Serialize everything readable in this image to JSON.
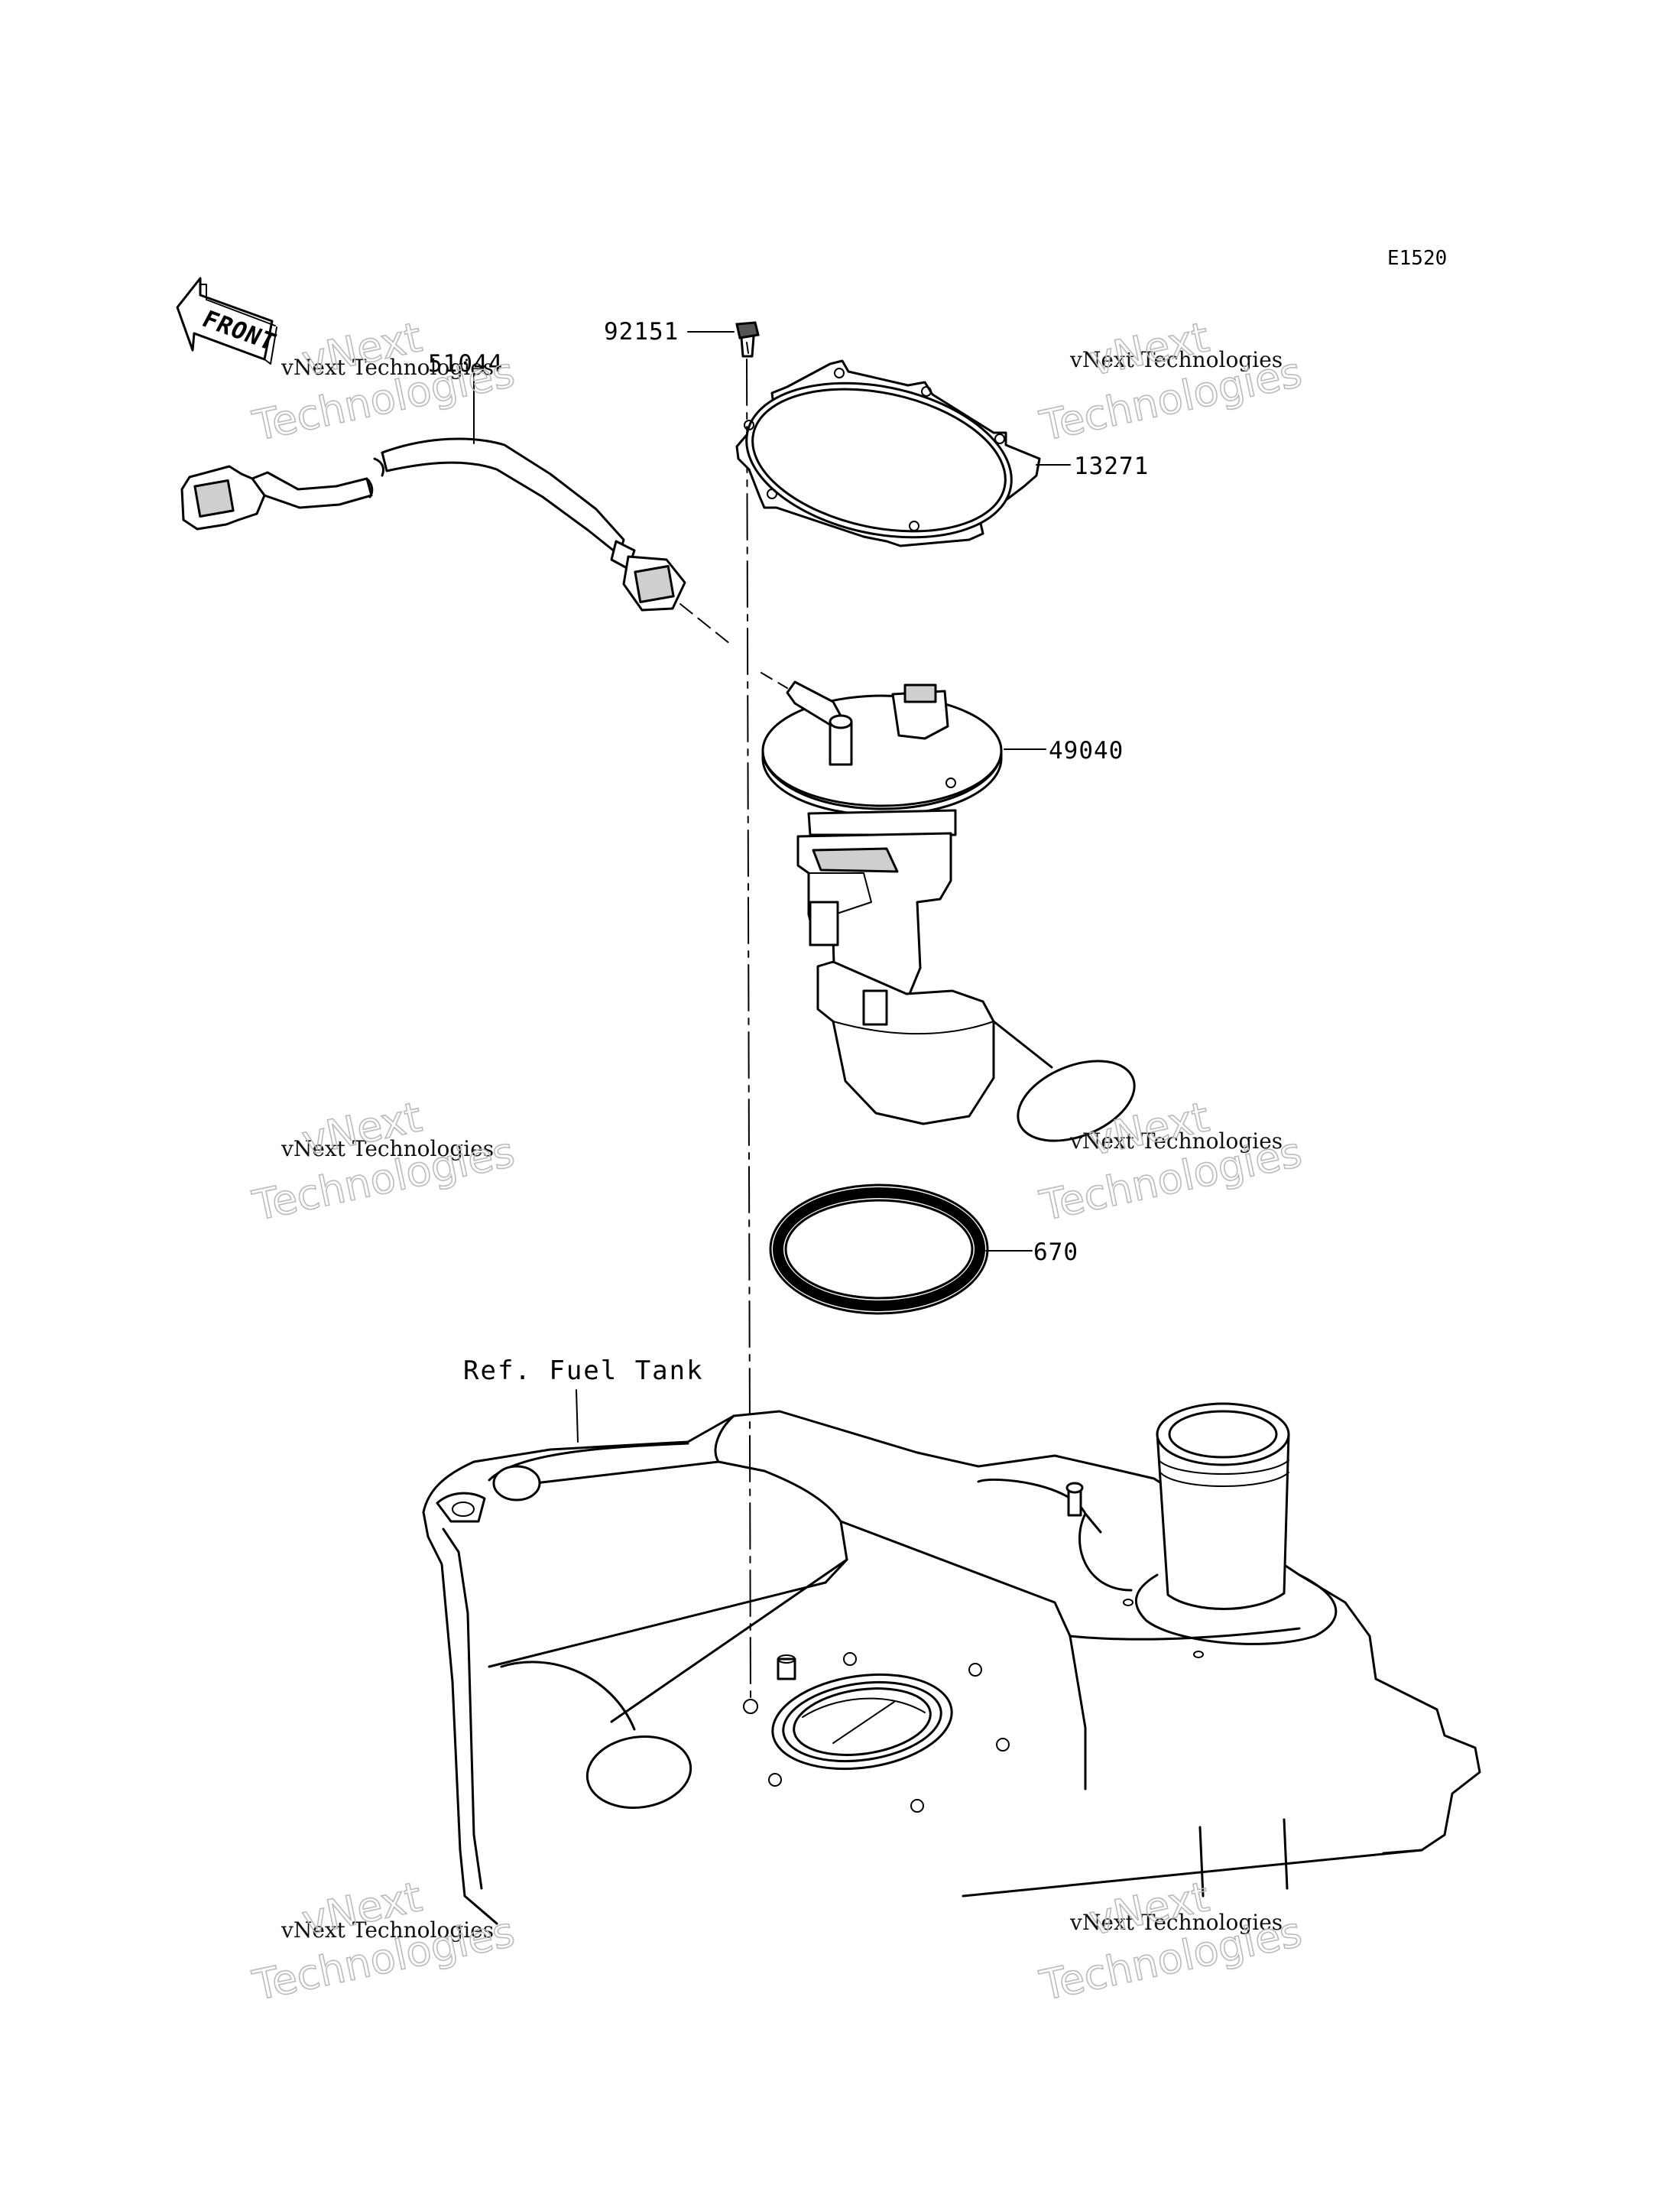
{
  "diagram_code": "E1520",
  "front_label": "FRONT",
  "parts": {
    "bolt": "92151",
    "hose": "51044",
    "gasket_plate": "13271",
    "fuel_pump": "49040",
    "o_ring": "670"
  },
  "reference_label": "Ref. Fuel Tank",
  "watermark": {
    "brand_small": "vNext Technologies",
    "brand_line1": "vNext",
    "brand_line2": "Technologies"
  }
}
